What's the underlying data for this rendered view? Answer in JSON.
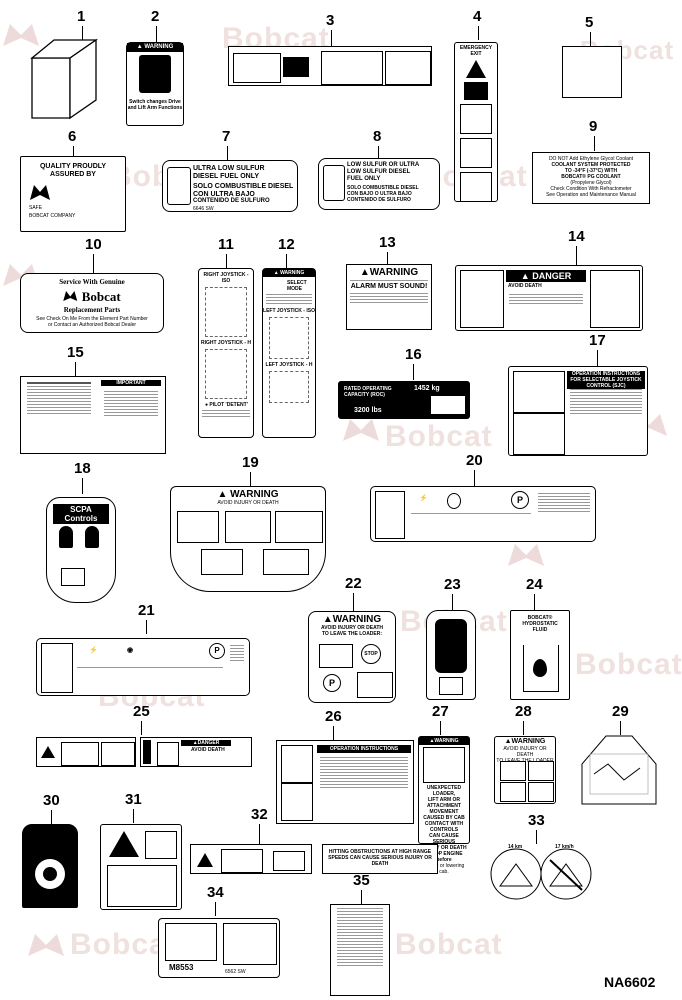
{
  "watermark": "Bobcat",
  "reference_id": "NA6602",
  "callouts": [
    "1",
    "2",
    "3",
    "4",
    "5",
    "6",
    "7",
    "8",
    "9",
    "10",
    "11",
    "12",
    "13",
    "14",
    "15",
    "16",
    "17",
    "18",
    "19",
    "20",
    "21",
    "22",
    "23",
    "24",
    "25",
    "26",
    "27",
    "28",
    "29",
    "30",
    "31",
    "32",
    "33",
    "34",
    "35"
  ],
  "decal2": {
    "heading": "WARNING",
    "caption": "Switch changes Drive and Lift Arm Functions"
  },
  "decal4": {
    "heading": "EMERGENCY EXIT"
  },
  "decal6": {
    "line1": "QUALITY PROUDLY",
    "line2": "ASSURED BY",
    "safe": "SAFE",
    "company": "BOBCAT COMPANY"
  },
  "decal7": {
    "l1": "ULTRA LOW SULFUR",
    "l2": "DIESEL FUEL ONLY",
    "l3": "SOLO COMBUSTIBLE DIESEL",
    "l4": "CON ULTRA BAJO",
    "l5": "CONTENIDO DE SULFURO",
    "code": "6646 SW"
  },
  "decal8": {
    "l1": "LOW SULFUR OR ULTRA",
    "l2": "LOW SULFUR DIESEL",
    "l3": "FUEL ONLY",
    "l4": "SOLO COMBUSTIBLE DIESEL",
    "l5": "CON BAJO O ULTRA BAJO",
    "l6": "CONTENIDO DE SULFURO"
  },
  "decal9": {
    "l1": "DO NOT Add Ethylene Glycol Coolant",
    "l2": "COOLANT SYSTEM PROTECTED",
    "l3": "TO -34°F (-37°C) WITH",
    "l4": "BOBCAT® PG COOLANT",
    "l5": "(Propylene Glycol)",
    "l6": "Check Condition With Refractometer",
    "l7": "See Operation and Maintenance Manual"
  },
  "decal10": {
    "l1": "Service With Genuine",
    "brand": "Bobcat",
    "l2": "Replacement Parts",
    "l3": "See Check On Me From the Element Part Number",
    "l4": "or Contact an Authorized Bobcat Dealer"
  },
  "decal11": {
    "a": "RIGHT JOYSTICK - ISO",
    "b": "RIGHT JOYSTICK - H",
    "c": "PILOT 'DETENT'"
  },
  "decal12": {
    "heading": "WARNING",
    "mode": "SELECT MODE",
    "a": "LEFT JOYSTICK - ISO",
    "b": "LEFT JOYSTICK - H"
  },
  "decal13": {
    "heading": "WARNING",
    "title": "ALARM MUST SOUND!"
  },
  "decal14": {
    "heading": "DANGER",
    "sub": "AVOID DEATH"
  },
  "decal15": {
    "heading": "IMPORTANT"
  },
  "decal16": {
    "l1": "RATED OPERATING",
    "l2": "CAPACITY (ROC)",
    "kg": "1452 kg",
    "lbs": "3200 lbs"
  },
  "decal17": {
    "title": "OPERATION INSTRUCTIONS FOR SELECTABLE JOYSTICK CONTROL (SJC)"
  },
  "decal18": {
    "title": "SCPA Controls"
  },
  "decal19": {
    "heading": "WARNING",
    "sub": "AVOID INJURY OR DEATH"
  },
  "decal22": {
    "heading": "WARNING",
    "sub": "AVOID INJURY OR DEATH",
    "sub2": "TO LEAVE THE LOADER:"
  },
  "decal24": {
    "brand": "BOBCAT®",
    "l1": "HYDROSTATIC",
    "l2": "FLUID"
  },
  "decal25": {
    "heading": "DANGER",
    "sub": "AVOID DEATH"
  },
  "decal26": {
    "title": "OPERATION INSTRUCTIONS"
  },
  "decal27": {
    "heading": "WARNING",
    "l1": "UNEXPECTED LOADER,",
    "l2": "LIFT ARM OR ATTACHMENT",
    "l3": "MOVEMENT CAUSED BY CAB",
    "l4": "CONTACT WITH CONTROLS",
    "l5": "CAN CAUSE SERIOUS",
    "l6": "INJURY OR DEATH",
    "l7": "• STOP ENGINE before",
    "l8": "raising or lowering cab."
  },
  "decal28": {
    "heading": "WARNING",
    "sub": "AVOID INJURY OR DEATH",
    "sub2": "TO LEAVE THE LOADER"
  },
  "decal32": {
    "text": "HITTING OBSTRUCTIONS AT HIGH RANGE SPEEDS CAN CAUSE SERIOUS INJURY OR DEATH"
  },
  "decal33": {
    "left": "14 km",
    "right": "17 km/h"
  },
  "decal34": {
    "code": "M8553",
    "sw": "6562 SW"
  }
}
